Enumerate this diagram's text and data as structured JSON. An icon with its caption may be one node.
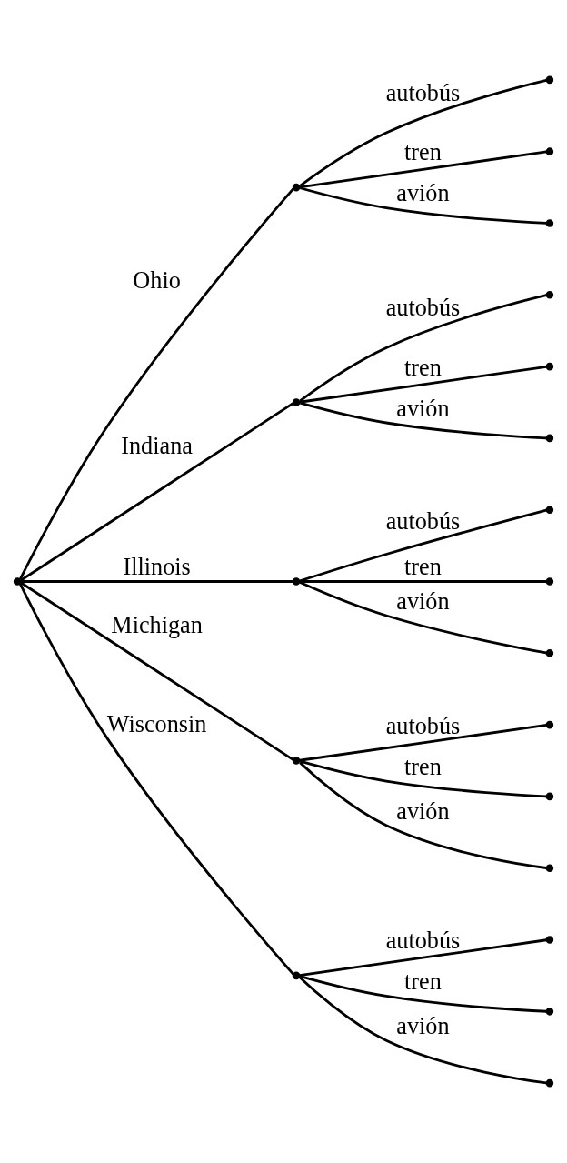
{
  "diagram": {
    "nodes": [
      {
        "text": [],
        "shape": "point"
      },
      {
        "text": [],
        "shape": "point"
      },
      {
        "text": [],
        "shape": "point"
      },
      {
        "text": [],
        "shape": "point"
      },
      {
        "text": [],
        "shape": "point"
      },
      {
        "text": [],
        "shape": "point"
      },
      {
        "text": [],
        "shape": "point"
      },
      {
        "text": [],
        "shape": "point"
      },
      {
        "text": [],
        "shape": "point"
      },
      {
        "text": [],
        "shape": "point"
      },
      {
        "text": [],
        "shape": "point"
      },
      {
        "text": [],
        "shape": "point"
      },
      {
        "text": [],
        "shape": "point"
      },
      {
        "text": [],
        "shape": "point"
      },
      {
        "text": [],
        "shape": "point"
      },
      {
        "text": [],
        "shape": "point"
      },
      {
        "text": [],
        "shape": "point"
      },
      {
        "text": [],
        "shape": "point"
      },
      {
        "text": [],
        "shape": "point"
      },
      {
        "text": [],
        "shape": "point"
      },
      {
        "text": [],
        "shape": "point"
      }
    ],
    "edges": [
      {
        "from": 0,
        "to": 1,
        "arrow": "none",
        "label": "Ohio"
      },
      {
        "from": 1,
        "to": 2,
        "arrow": "none",
        "label": "autobús"
      },
      {
        "from": 1,
        "to": 3,
        "arrow": "none",
        "label": "tren"
      },
      {
        "from": 1,
        "to": 4,
        "arrow": "none",
        "label": "avión"
      },
      {
        "from": 0,
        "to": 5,
        "arrow": "none",
        "label": "Indiana"
      },
      {
        "from": 5,
        "to": 6,
        "arrow": "none",
        "label": "autobús"
      },
      {
        "from": 5,
        "to": 7,
        "arrow": "none",
        "label": "tren"
      },
      {
        "from": 5,
        "to": 8,
        "arrow": "none",
        "label": "avión"
      },
      {
        "from": 0,
        "to": 9,
        "arrow": "none",
        "label": "Illinois"
      },
      {
        "from": 9,
        "to": 10,
        "arrow": "none",
        "label": "autobús"
      },
      {
        "from": 9,
        "to": 11,
        "arrow": "none",
        "label": "tren"
      },
      {
        "from": 9,
        "to": 12,
        "arrow": "none",
        "label": "avión"
      },
      {
        "from": 0,
        "to": 13,
        "arrow": "none",
        "label": "Michigan"
      },
      {
        "from": 13,
        "to": 14,
        "arrow": "none",
        "label": "autobús"
      },
      {
        "from": 13,
        "to": 15,
        "arrow": "none",
        "label": "tren"
      },
      {
        "from": 13,
        "to": 16,
        "arrow": "none",
        "label": "avión"
      },
      {
        "from": 0,
        "to": 17,
        "arrow": "none",
        "label": "Wisconsin"
      },
      {
        "from": 17,
        "to": 18,
        "arrow": "none",
        "label": "autobús"
      },
      {
        "from": 17,
        "to": 19,
        "arrow": "none",
        "label": "tren"
      },
      {
        "from": 17,
        "to": 20,
        "arrow": "none",
        "label": "avión"
      }
    ]
  }
}
